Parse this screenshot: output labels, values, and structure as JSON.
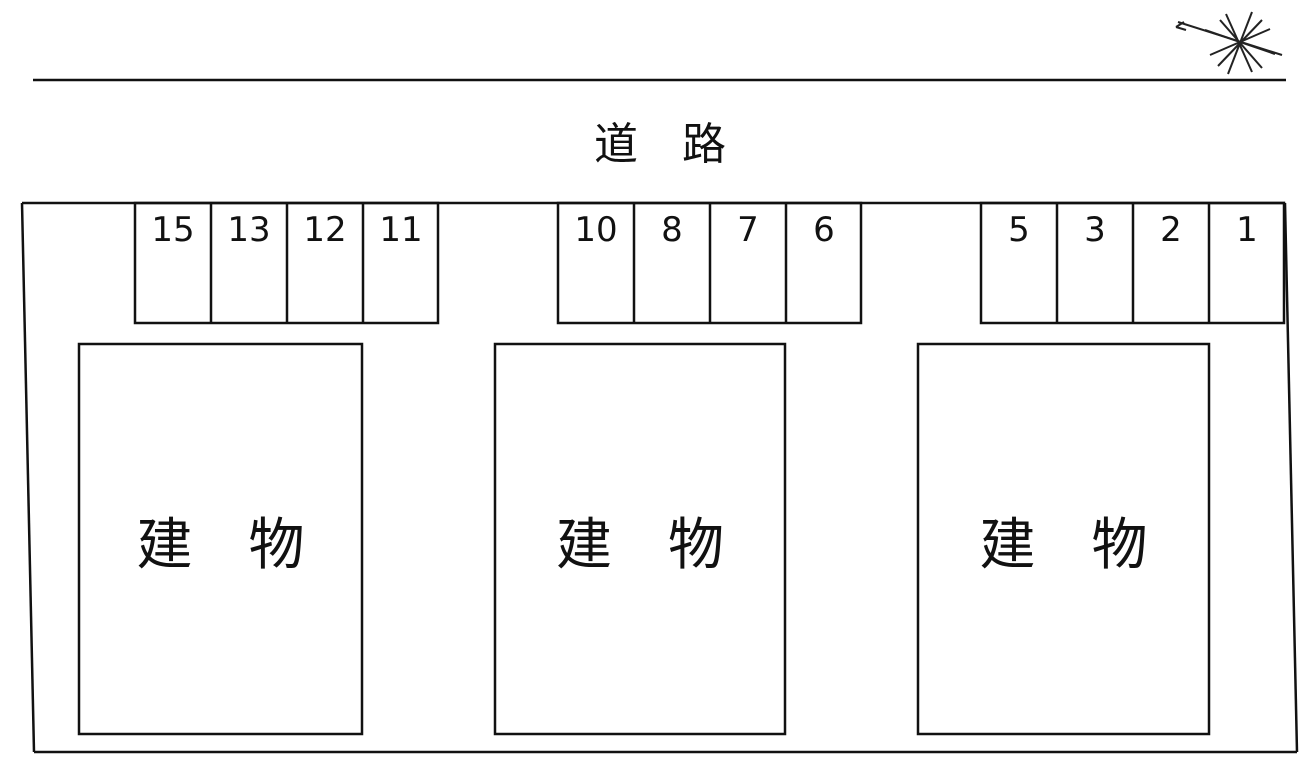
{
  "road": {
    "label": "道　路"
  },
  "compass": {
    "icon": "north-arrow-compass-icon"
  },
  "parking_groups": [
    {
      "name": "west",
      "slots": [
        "15",
        "13",
        "12",
        "11"
      ]
    },
    {
      "name": "center",
      "slots": [
        "10",
        "8",
        "7",
        "6"
      ]
    },
    {
      "name": "east",
      "slots": [
        "5",
        "3",
        "2",
        "1"
      ]
    }
  ],
  "buildings": [
    {
      "label": "建　物"
    },
    {
      "label": "建　物"
    },
    {
      "label": "建　物"
    }
  ],
  "colors": {
    "line": "#111111",
    "background": "#ffffff"
  }
}
